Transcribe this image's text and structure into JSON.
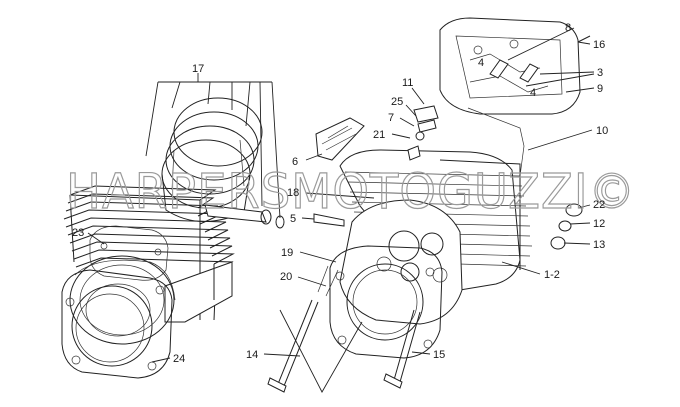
{
  "watermark": "HARPERSMOTOGUZZI©",
  "callouts": [
    {
      "id": "17",
      "text": "17"
    },
    {
      "id": "8",
      "text": "8"
    },
    {
      "id": "16",
      "text": "16"
    },
    {
      "id": "4a",
      "text": "4"
    },
    {
      "id": "3",
      "text": "3"
    },
    {
      "id": "4b",
      "text": "4"
    },
    {
      "id": "9",
      "text": "9"
    },
    {
      "id": "11",
      "text": "11"
    },
    {
      "id": "25",
      "text": "25"
    },
    {
      "id": "7",
      "text": "7"
    },
    {
      "id": "21",
      "text": "21"
    },
    {
      "id": "10",
      "text": "10"
    },
    {
      "id": "6",
      "text": "6"
    },
    {
      "id": "18",
      "text": "18"
    },
    {
      "id": "5",
      "text": "5"
    },
    {
      "id": "22",
      "text": "22"
    },
    {
      "id": "12",
      "text": "12"
    },
    {
      "id": "13",
      "text": "13"
    },
    {
      "id": "23",
      "text": "23"
    },
    {
      "id": "19",
      "text": "19"
    },
    {
      "id": "20",
      "text": "20"
    },
    {
      "id": "1-2",
      "text": "1-2"
    },
    {
      "id": "14",
      "text": "14"
    },
    {
      "id": "15",
      "text": "15"
    },
    {
      "id": "24",
      "text": "24"
    }
  ]
}
